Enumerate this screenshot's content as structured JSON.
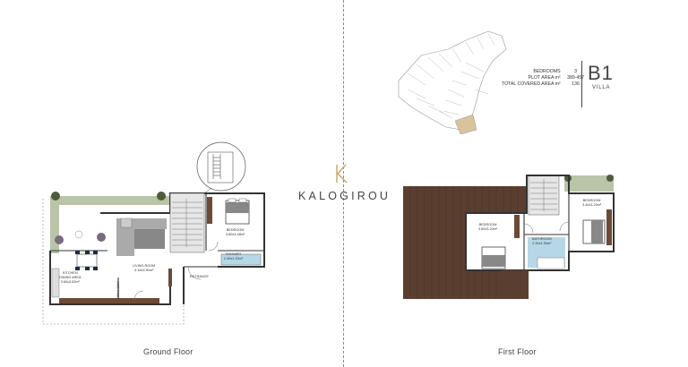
{
  "brand": {
    "name": "KALOGIROU",
    "logo_letter": "K"
  },
  "header": {
    "model": "B1",
    "type": "VILLA",
    "stats": [
      {
        "label": "BEDROOMS",
        "value": "3"
      },
      {
        "label": "PLOT AREA m²",
        "value": "389-457"
      },
      {
        "label": "TOTAL COVERED AREA m²",
        "value": "136"
      }
    ]
  },
  "floors": {
    "ground": {
      "caption": "Ground Floor",
      "rooms": {
        "bedroom": "BEDROOM",
        "bedroom_size": "3.80x3.48m²",
        "living": "LIVING ROOM",
        "living_size": "4.18x3.90m²",
        "kitchen": "KITCHEN",
        "kitchen_sub": "DINING AREA",
        "kitchen_size": "3.60x3.52m²",
        "shower": "SHOWER",
        "shower_size": "2.30x1.20m²",
        "entrance": "ENTRANCE",
        "laundry": "1.60x1.32m²"
      }
    },
    "first": {
      "caption": "First Floor",
      "rooms": {
        "bedroom1": "BEDROOM",
        "bedroom1_size": "3.50x3.20m²",
        "bedroom2": "BEDROOM",
        "bedroom2_size": "3.40x3.20m²",
        "bathroom": "BATHROOM",
        "bathroom_size": "2.30x1.50m²"
      }
    }
  },
  "colors": {
    "wood": "#6b4b37",
    "deck": "#5a3f31",
    "wall": "#333333",
    "garden": "#b9c4a8",
    "water": "#b6d8e6",
    "site_active": "#d8c39c"
  }
}
